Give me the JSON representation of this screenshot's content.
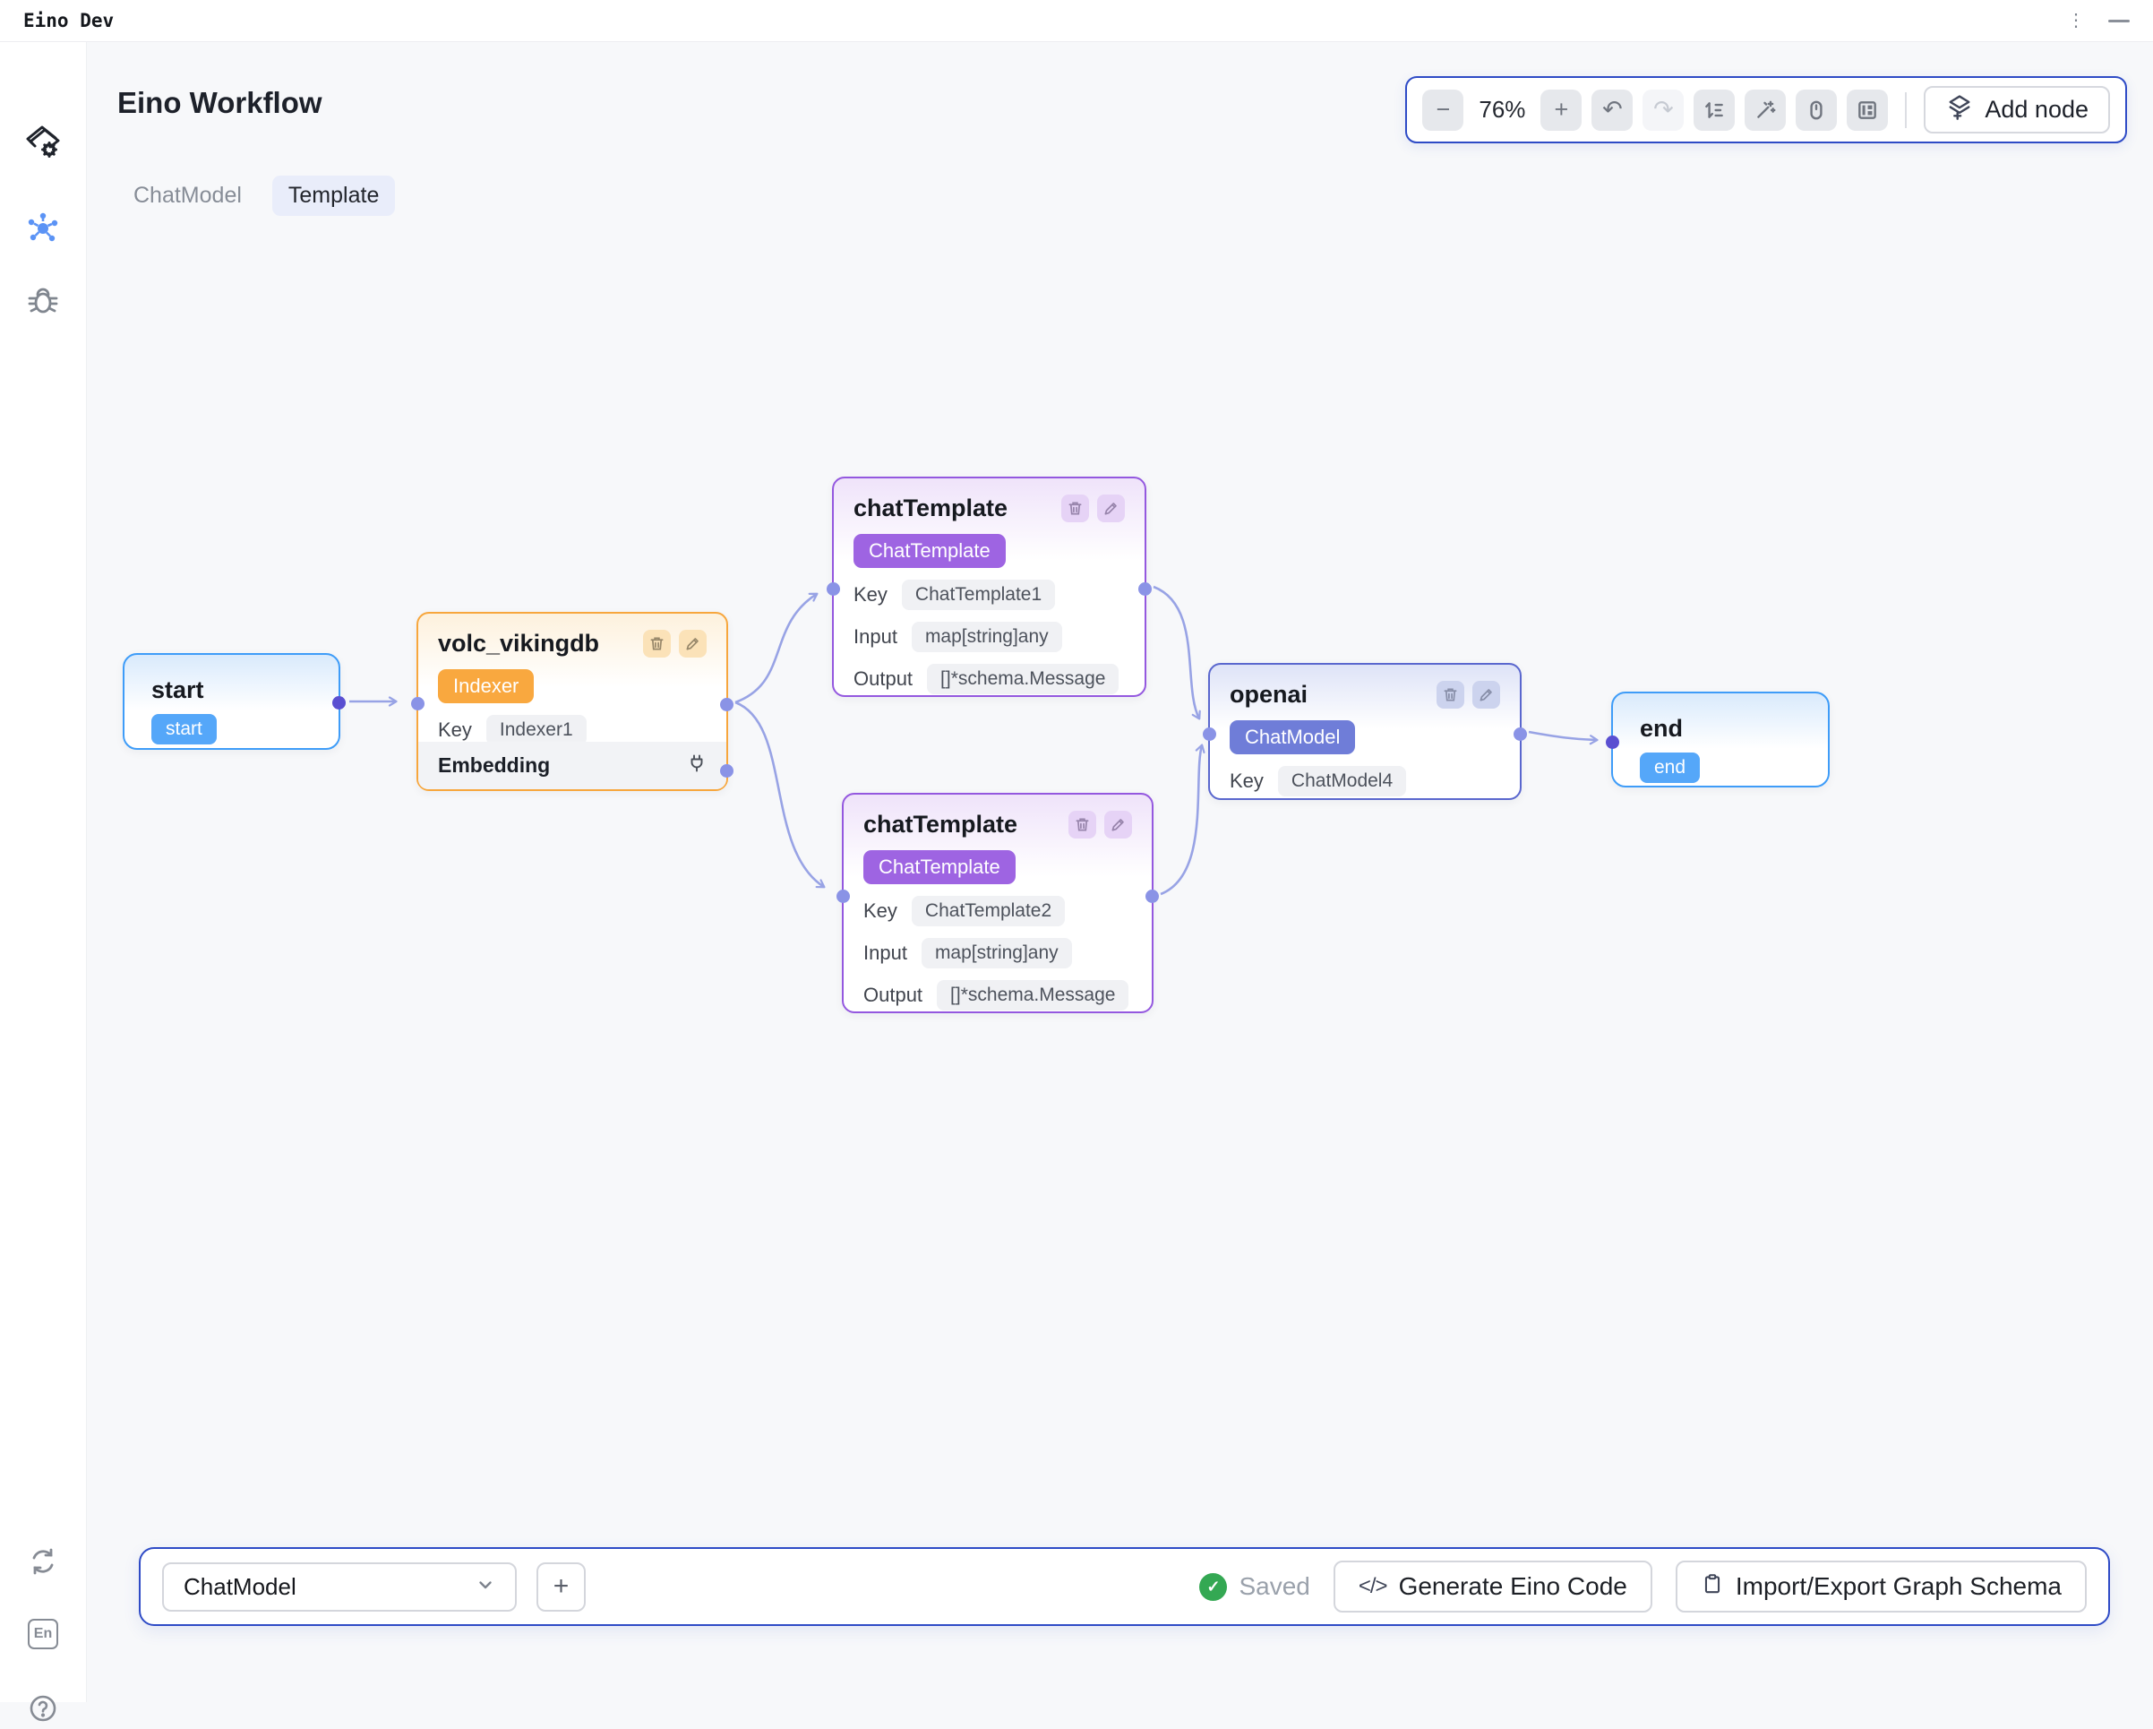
{
  "titlebar": {
    "title": "Eino Dev"
  },
  "header": {
    "title": "Eino Workflow"
  },
  "toolbar": {
    "zoom_out": "−",
    "zoom_level": "76%",
    "zoom_in": "+",
    "undo": "↶",
    "redo": "↷",
    "add_node": "Add node"
  },
  "tabs": {
    "chatmodel": "ChatModel",
    "template": "Template"
  },
  "nodes": {
    "start": {
      "title": "start",
      "badge": "start"
    },
    "volc": {
      "title": "volc_vikingdb",
      "badge": "Indexer",
      "key_label": "Key",
      "key_value": "Indexer1",
      "section_label": "Embedding"
    },
    "chat1": {
      "title": "chatTemplate",
      "badge": "ChatTemplate",
      "key_label": "Key",
      "key_value": "ChatTemplate1",
      "input_label": "Input",
      "input_value": "map[string]any",
      "output_label": "Output",
      "output_value": "[]*schema.Message"
    },
    "chat2": {
      "title": "chatTemplate",
      "badge": "ChatTemplate",
      "key_label": "Key",
      "key_value": "ChatTemplate2",
      "input_label": "Input",
      "input_value": "map[string]any",
      "output_label": "Output",
      "output_value": "[]*schema.Message"
    },
    "openai": {
      "title": "openai",
      "badge": "ChatModel",
      "key_label": "Key",
      "key_value": "ChatModel4"
    },
    "end": {
      "title": "end",
      "badge": "end"
    }
  },
  "bottombar": {
    "selected_component": "ChatModel",
    "add": "+",
    "status": "Saved",
    "code_glyph": "</>",
    "generate": "Generate Eino Code",
    "import_export": "Import/Export Graph Schema"
  },
  "sidebar": {
    "language_label": "En"
  },
  "colors": {
    "accent_blue": "#2e4bc6",
    "node_blue": "#3e9cf8",
    "node_orange": "#f7a63c",
    "node_purple": "#9458df",
    "node_indigo": "#5a67ce",
    "edge": "#98a3e5",
    "port_light": "#8a93e6",
    "port_dark": "#5a4fd1",
    "saved_green": "#34a853"
  }
}
